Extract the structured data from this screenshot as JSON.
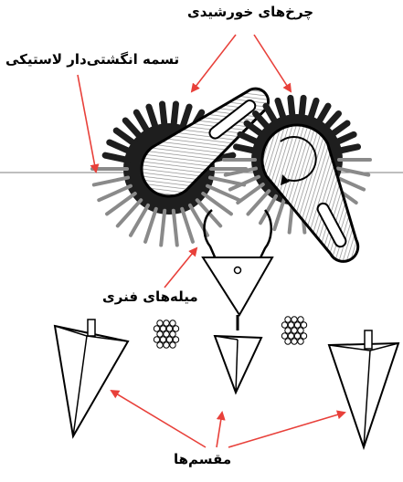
{
  "labels": {
    "star_wheels": "چرخ‌های خورشیدی",
    "rubber_finger_belt": "تسمه انگشتی‌دار لاستیکی",
    "spring_rods": "میله‌های فنری",
    "dividers": "مقسم‌ها"
  },
  "colors": {
    "arrow": "#e8403a",
    "line": "#000000",
    "hatch": "#9a9a9a",
    "gear_dark": "#1e1e1e"
  }
}
